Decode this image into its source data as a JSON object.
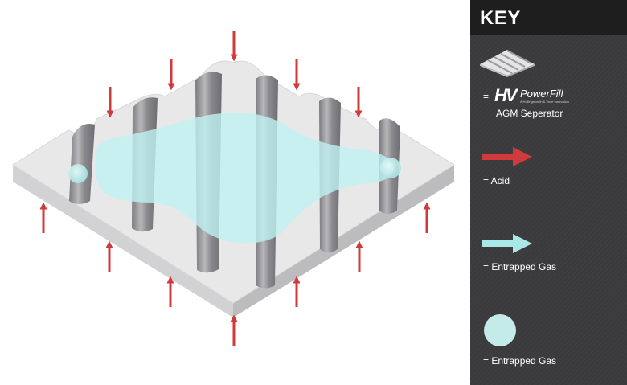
{
  "key": {
    "title": "KEY",
    "separator": {
      "prefix": "=",
      "brand_logo": "HV",
      "brand_name": "PowerFill",
      "brand_tagline": "A Hollingsworth & Vose Innovation",
      "label": "AGM Seperator"
    },
    "acid": {
      "label": "= Acid",
      "color": "#d03a3a"
    },
    "gas_arrow": {
      "label": "= Entrapped Gas",
      "color": "#a8e8e6"
    },
    "gas_bubble": {
      "label": "= Entrapped Gas",
      "color": "#c4eaea"
    }
  },
  "colors": {
    "plate_top": "#e9e9ea",
    "plate_left": "#d0d0d2",
    "plate_right": "#bdbdc0",
    "groove": "#8d8d91",
    "gas": "#bff1f1",
    "acid": "#d03a3a",
    "panel": "#3a3a3c",
    "panel_header": "#1e1e1f"
  },
  "icons": [
    "separator-swatch-icon",
    "acid-arrow-icon",
    "gas-arrow-icon",
    "gas-bubble-icon",
    "hv-logo-icon"
  ]
}
